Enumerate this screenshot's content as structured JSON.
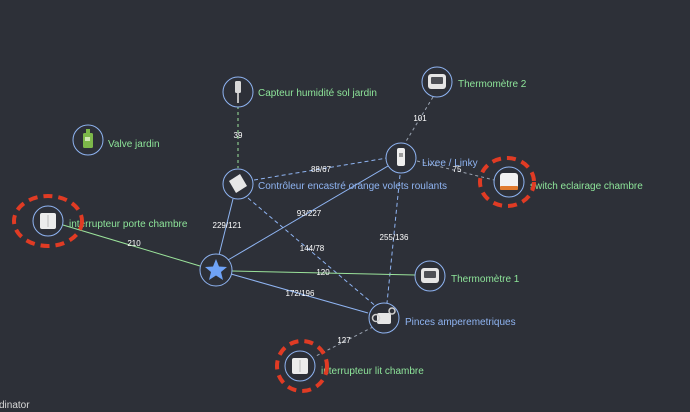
{
  "colors": {
    "background": "#2d3038",
    "end_device_label": "#8ee59a",
    "router_label": "#8fb4f2",
    "coordinator_edge": "#8fb4f2",
    "end_device_edge": "#9be39b",
    "dashed_edge": "#9aa3b1",
    "highlight": "#e03b24"
  },
  "nodes": {
    "coordinator": {
      "label": "",
      "icon": "star-icon"
    },
    "capteur": {
      "label": "Capteur humidité sol jardin",
      "icon": "soil-sensor-icon"
    },
    "thermo2": {
      "label": "Thermomètre 2",
      "icon": "thermometer-icon"
    },
    "valve": {
      "label": "Valve jardin",
      "icon": "valve-icon"
    },
    "lixee": {
      "label": "Lixee / Linky",
      "icon": "linky-module-icon"
    },
    "controleur": {
      "label": "Contrôleur encastré orange volets roulants",
      "icon": "shutter-controller-icon"
    },
    "switch_chambre": {
      "label": "switch eclairage chambre",
      "icon": "smart-switch-icon"
    },
    "inter_porte": {
      "label": "interrupteur porte chambre",
      "icon": "wall-switch-icon"
    },
    "thermo1": {
      "label": "Thermomètre 1",
      "icon": "thermometer-icon"
    },
    "pinces": {
      "label": "Pinces amperemetriques",
      "icon": "clamp-meter-icon"
    },
    "inter_lit": {
      "label": "interrupteur lit chambre",
      "icon": "wall-switch-icon"
    }
  },
  "links": {
    "capteur_controleur": "39",
    "thermo2_lixee": "101",
    "controleur_lixee": "88/67",
    "lixee_switch": "75",
    "coord_controleur": "229/121",
    "coord_lixee": "93/227",
    "controleur_pinces": "144/78",
    "lixee_pinces": "255/136",
    "inter_porte_coord": "210",
    "coord_thermo1": "120",
    "coord_pinces": "172/196",
    "pinces_inter_lit": "127"
  },
  "footer": {
    "text": "dinator"
  }
}
